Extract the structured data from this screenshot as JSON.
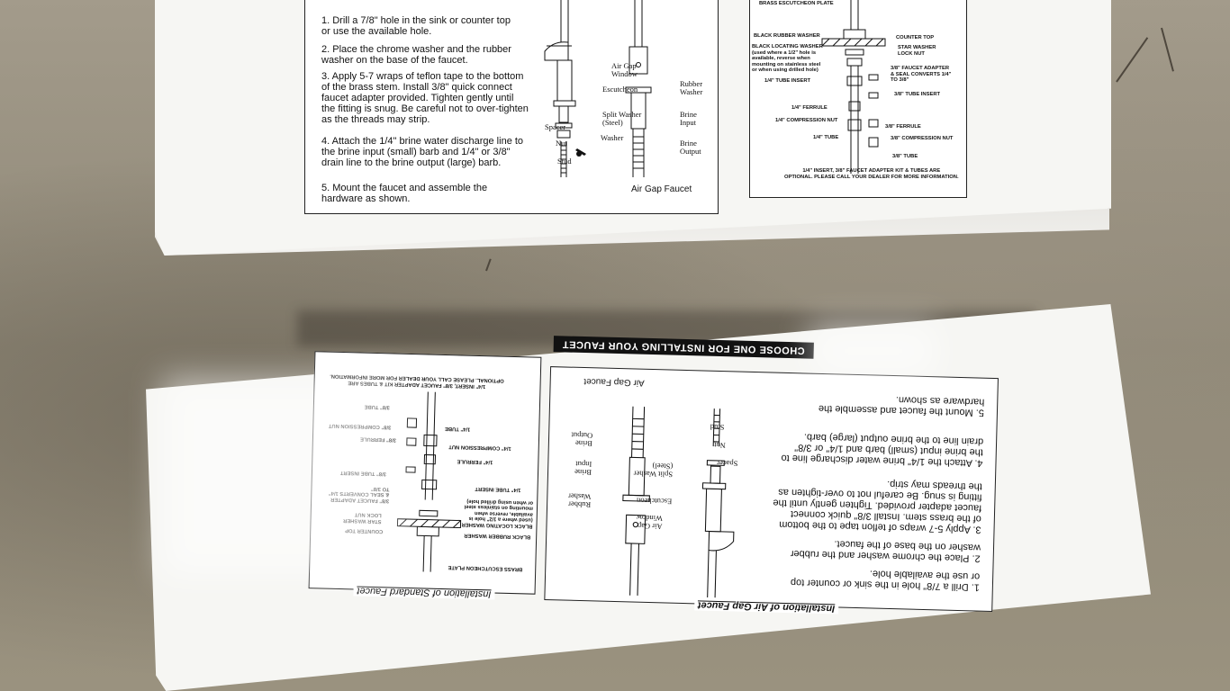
{
  "air_gap_heading": "Installation of Air Gap Faucet",
  "standard_heading": "Installation of Standard Faucet",
  "banner": "CHOOSE ONE FOR INSTALLING YOUR FAUCET",
  "steps": [
    "1. Drill a 7/8\" hole in the sink or counter top or use the available hole.",
    "2. Place the chrome washer and the rubber washer on the base of the faucet.",
    "3. Apply 5-7 wraps of teflon tape to the bottom of the brass stem. Install 3/8\" quick connect faucet adapter provided. Tighten gently until the fitting is snug. Be careful not to over-tighten as the threads may strip.",
    "4. Attach the 1/4\" brine water discharge line to the brine input (small) barb and 1/4\" or 3/8\" drain line to the brine output (large) barb.",
    "5. Mount the faucet and assemble the hardware as shown."
  ],
  "air_gap_labels": {
    "air_gap_window": "Air Gap\nWindow",
    "escutcheon": "Escutcheon",
    "rubber_washer": "Rubber\nWasher",
    "split_washer": "Split Washer\n(Steel)",
    "brine_input": "Brine\nInput",
    "spacer": "Spacer",
    "nut": "Nut",
    "washer": "Washer",
    "brine_output": "Brine\nOutput",
    "stud": "Stud",
    "caption": "Air Gap Faucet"
  },
  "standard_labels": {
    "brass_escutcheon": "BRASS ESCUTCHEON PLATE",
    "black_rubber_washer": "BLACK RUBBER WASHER",
    "counter_top": "COUNTER TOP",
    "black_locating_washer": "BLACK LOCATING WASHER\n(used where a 1/2\" hole is\navailable, reverse when\nmounting on stainless steel\nor when using drilled hole)",
    "star_washer": "STAR WASHER\nLOCK NUT",
    "tube_insert_14": "1/4\" TUBE INSERT",
    "faucet_adapter": "3/8\" FAUCET ADAPTER\n& SEAL CONVERTS 1/4\"\nTO 3/8\"",
    "tube_insert_38": "3/8\" TUBE INSERT",
    "ferrule_14": "1/4\" FERRULE",
    "compression_nut_14": "1/4\" COMPRESSION NUT",
    "ferrule_38": "3/8\" FERRULE",
    "tube_14": "1/4\" TUBE",
    "compression_nut_38": "3/8\" COMPRESSION NUT",
    "tube_38": "3/8\" TUBE",
    "footnote": "1/4\" INSERT, 3/8\" FAUCET ADAPTER KIT & TUBES ARE\nOPTIONAL. PLEASE CALL YOUR DEALER FOR MORE INFORMATION."
  },
  "colors": {
    "floor": "#8d8676",
    "box": "#f6f6f3",
    "ink": "#111111"
  }
}
